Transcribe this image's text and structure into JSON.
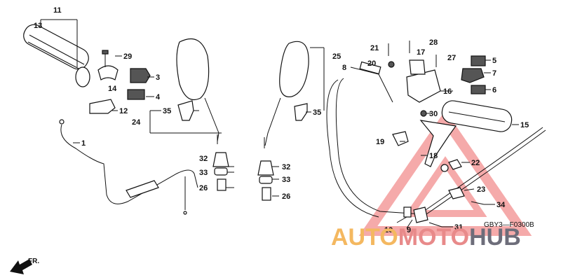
{
  "diagram": {
    "code": "GBY3—F0300B",
    "direction_label": "FR.",
    "watermark": {
      "part1": "AUTO",
      "part2": "MOTO",
      "part3": "HUB"
    },
    "callouts": {
      "c1": "1",
      "c3": "3",
      "c4": "4",
      "c5": "5",
      "c6": "6",
      "c7": "7",
      "c8": "8",
      "c9": "9",
      "c10": "10",
      "c11": "11",
      "c12": "12",
      "c13": "13",
      "c14": "14",
      "c15": "15",
      "c16": "16",
      "c17": "17",
      "c18": "18",
      "c19": "19",
      "c20": "20",
      "c21": "21",
      "c22": "22",
      "c23": "23",
      "c24": "24",
      "c25": "25",
      "c26a": "26",
      "c26b": "26",
      "c27": "27",
      "c28": "28",
      "c29": "29",
      "c30": "30",
      "c31": "31",
      "c32a": "32",
      "c32b": "32",
      "c33a": "33",
      "c33b": "33",
      "c34": "34",
      "c35a": "35",
      "c35b": "35"
    }
  }
}
